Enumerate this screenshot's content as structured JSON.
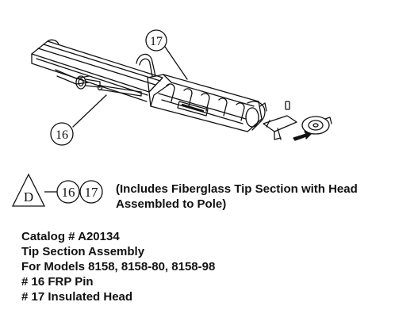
{
  "callouts": {
    "pin": "16",
    "head": "17"
  },
  "kit": {
    "symbol": "D",
    "parts": [
      "16",
      "17"
    ]
  },
  "description": {
    "line1": "(Includes Fiberglass Tip Section with Head",
    "line2": "Assembled to Pole)"
  },
  "catalog": {
    "number": "Catalog # A20134",
    "name": "Tip Section Assembly",
    "models": "For Models 8158, 8158-80, 8158-98",
    "part16": "# 16 FRP Pin",
    "part17": "# 17 Insulated Head"
  },
  "colors": {
    "line": "#111111",
    "background": "#ffffff"
  }
}
